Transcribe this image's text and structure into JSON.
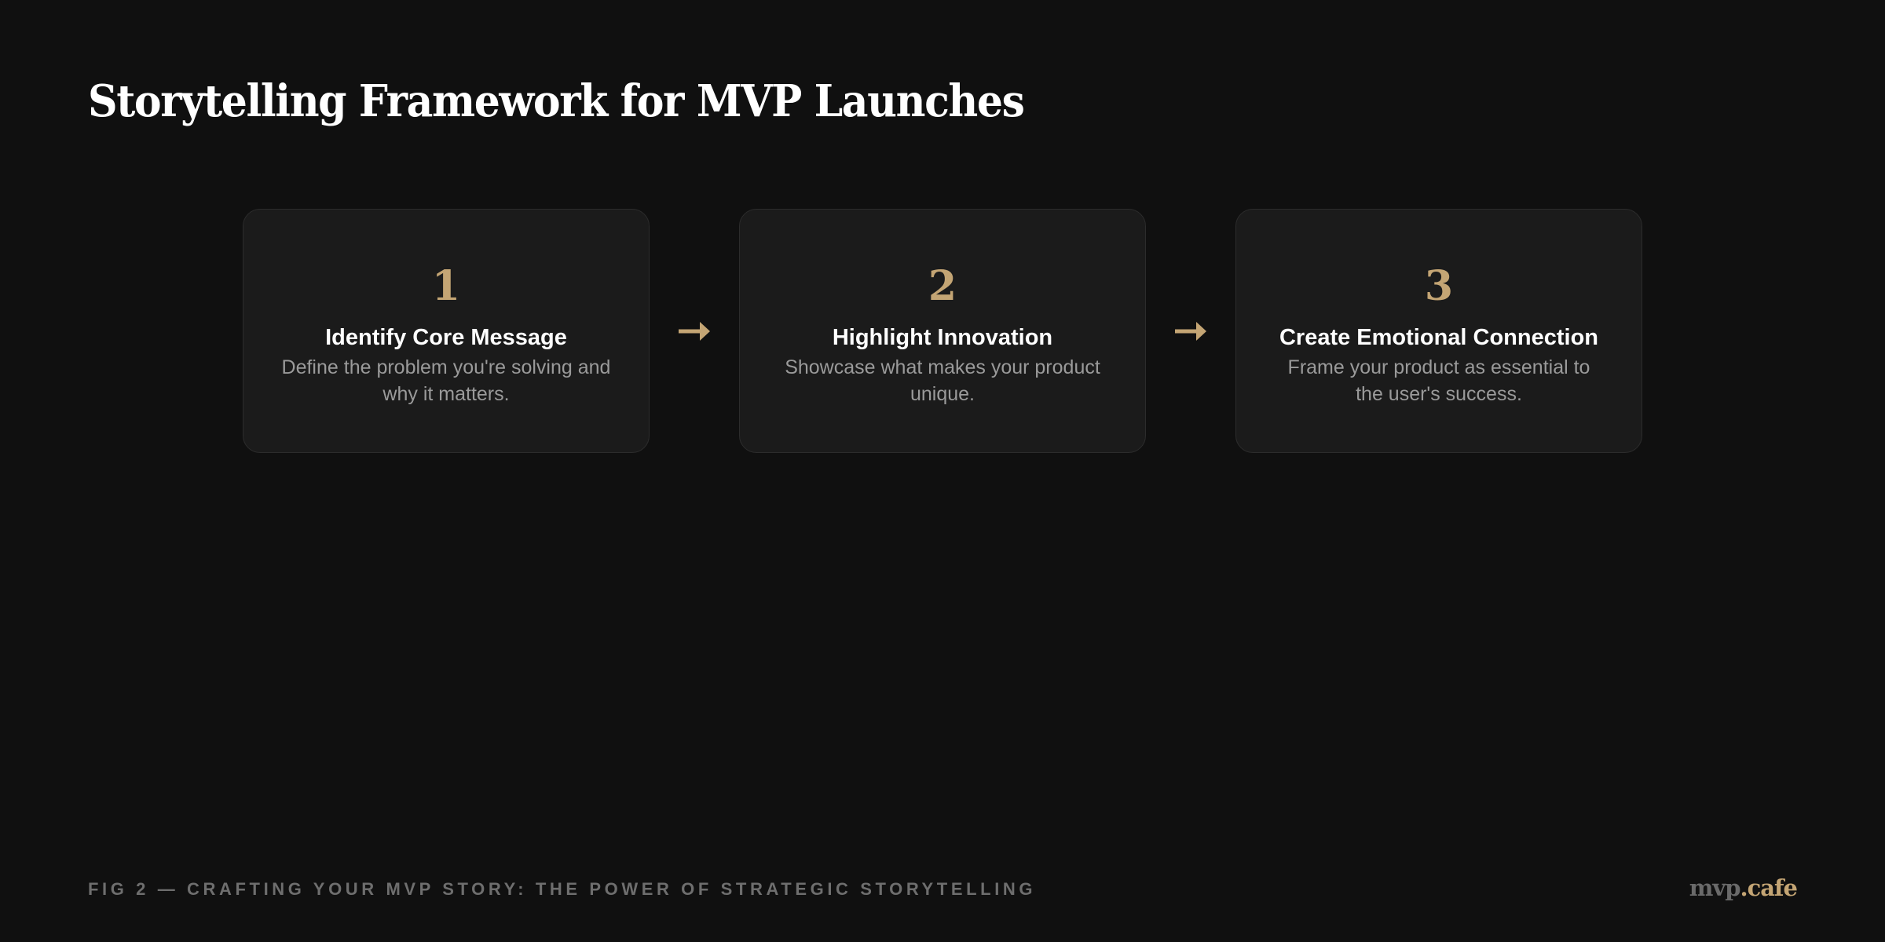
{
  "title": "Storytelling Framework for MVP Launches",
  "steps": [
    {
      "number": "1",
      "title": "Identify Core Message",
      "description": "Define the problem you're solving and why it matters."
    },
    {
      "number": "2",
      "title": "Highlight Innovation",
      "description": "Showcase what makes your product unique."
    },
    {
      "number": "3",
      "title": "Create Emotional Connection",
      "description": "Frame your product as essential to the user's success."
    }
  ],
  "connectors": [
    "arrow-right",
    "arrow-right"
  ],
  "footer": {
    "caption": "FIG 2 — CRAFTING YOUR MVP STORY: THE POWER OF STRATEGIC STORYTELLING",
    "brand_primary": "mvp",
    "brand_accent": ".cafe"
  },
  "colors": {
    "background": "#101010",
    "card": "#1b1b1b",
    "card_border": "#2c2c2c",
    "accent": "#c4a574",
    "title": "#ffffff",
    "description": "#9a9a9a",
    "caption": "#6e6e6e"
  }
}
